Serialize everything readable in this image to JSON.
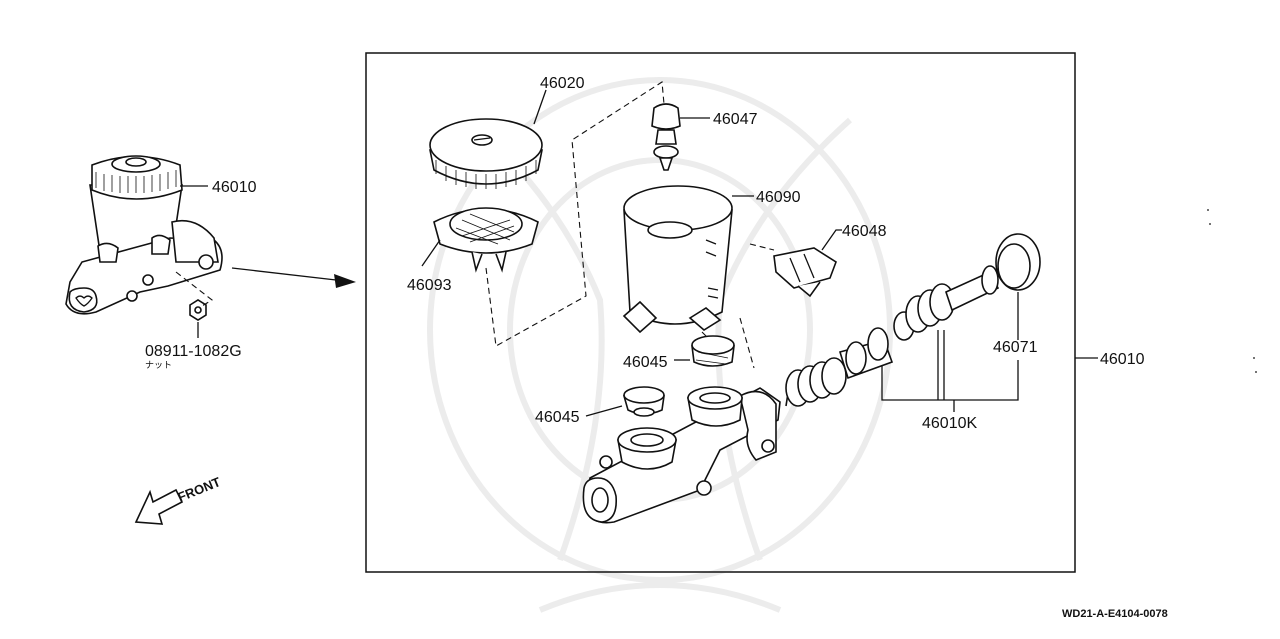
{
  "labels": {
    "left_assembly": "46010",
    "nut_part": "08911-1082G",
    "nut_sub": "ナット",
    "cap": "46020",
    "strainer": "46093",
    "connector": "46047",
    "reservoir": "46090",
    "cap_clip": "46048",
    "grommet_upper": "46045",
    "grommet_lower": "46045",
    "piston_seal": "46071",
    "repair_kit": "46010K",
    "box_assembly": "46010"
  },
  "front_label": "FRONT",
  "diagram_ref": "WD21-A-E4104-0078"
}
